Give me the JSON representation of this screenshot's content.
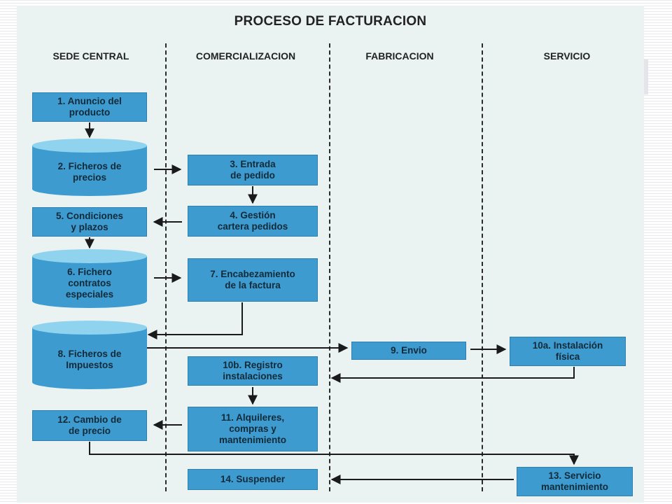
{
  "title": "PROCESO DE FACTURACION",
  "columns": [
    {
      "id": "sede",
      "label": "SEDE CENTRAL"
    },
    {
      "id": "comercial",
      "label": "COMERCIALIZACION"
    },
    {
      "id": "fabricacion",
      "label": "FABRICACION"
    },
    {
      "id": "servicio",
      "label": "SERVICIO"
    }
  ],
  "nodes": {
    "n1": "1. Anuncio del\nproducto",
    "n2": "2. Ficheros de\nprecios",
    "n3": "3. Entrada\nde pedido",
    "n4": "4. Gestión\ncartera pedidos",
    "n5": "5. Condiciones\ny plazos",
    "n6": "6. Fichero\ncontratos\nespeciales",
    "n7": "7. Encabezamiento\nde la factura",
    "n8": "8. Ficheros de\nImpuestos",
    "n9": "9. Envio",
    "n10a": "10a. Instalación\nfísica",
    "n10b": "10b. Registro\ninstalaciones",
    "n11": "11. Alquileres,\ncompras y\nmantenimiento",
    "n12": "12. Cambio de\nde precio",
    "n13": "13. Servicio\nmantenimiento",
    "n14": "14. Suspender"
  },
  "colors": {
    "box_fill": "#3d9bd0",
    "cylinder_top": "#8fd3ee",
    "background": "#eaf3f2",
    "arrow": "#1a1a1a"
  }
}
